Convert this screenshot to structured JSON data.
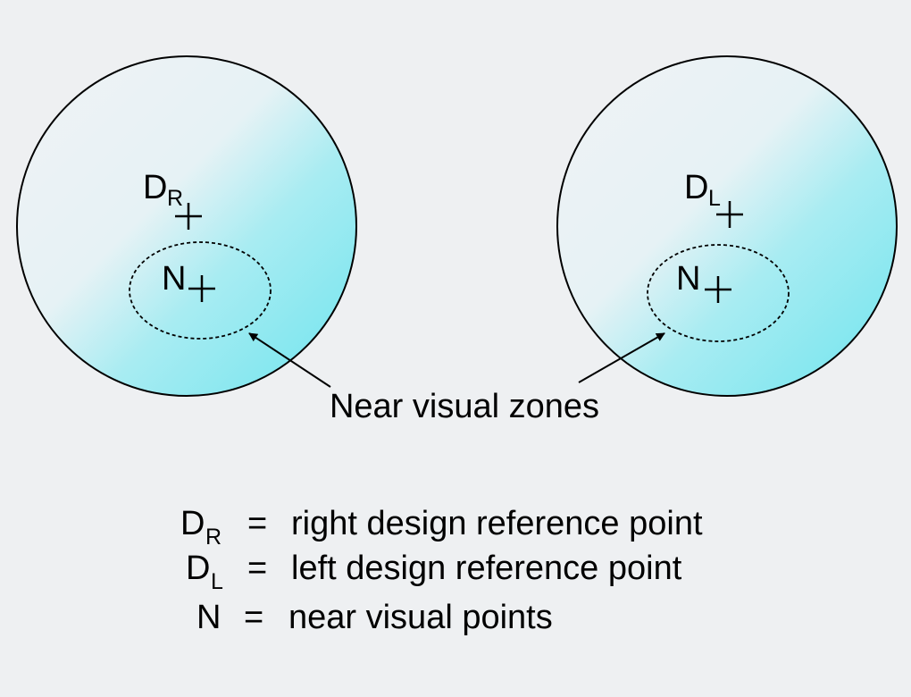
{
  "lenses": [
    {
      "id": "right",
      "reference_label": "D",
      "reference_subscript": "R",
      "near_label": "N"
    },
    {
      "id": "left",
      "reference_label": "D",
      "reference_subscript": "L",
      "near_label": "N"
    }
  ],
  "annotation": {
    "text": "Near visual zones"
  },
  "legend": [
    {
      "symbol": "D",
      "subscript": "R",
      "equals": "=",
      "description": "right design reference point"
    },
    {
      "symbol": "D",
      "subscript": "L",
      "equals": "=",
      "description": "left design reference point"
    },
    {
      "symbol": "N",
      "subscript": "",
      "equals": "=",
      "description": "near visual points"
    }
  ],
  "colors": {
    "background": "#eef0f2",
    "lens_light": "#f0f3f5",
    "lens_cyan": "#6ee4ee",
    "stroke": "#000000"
  }
}
